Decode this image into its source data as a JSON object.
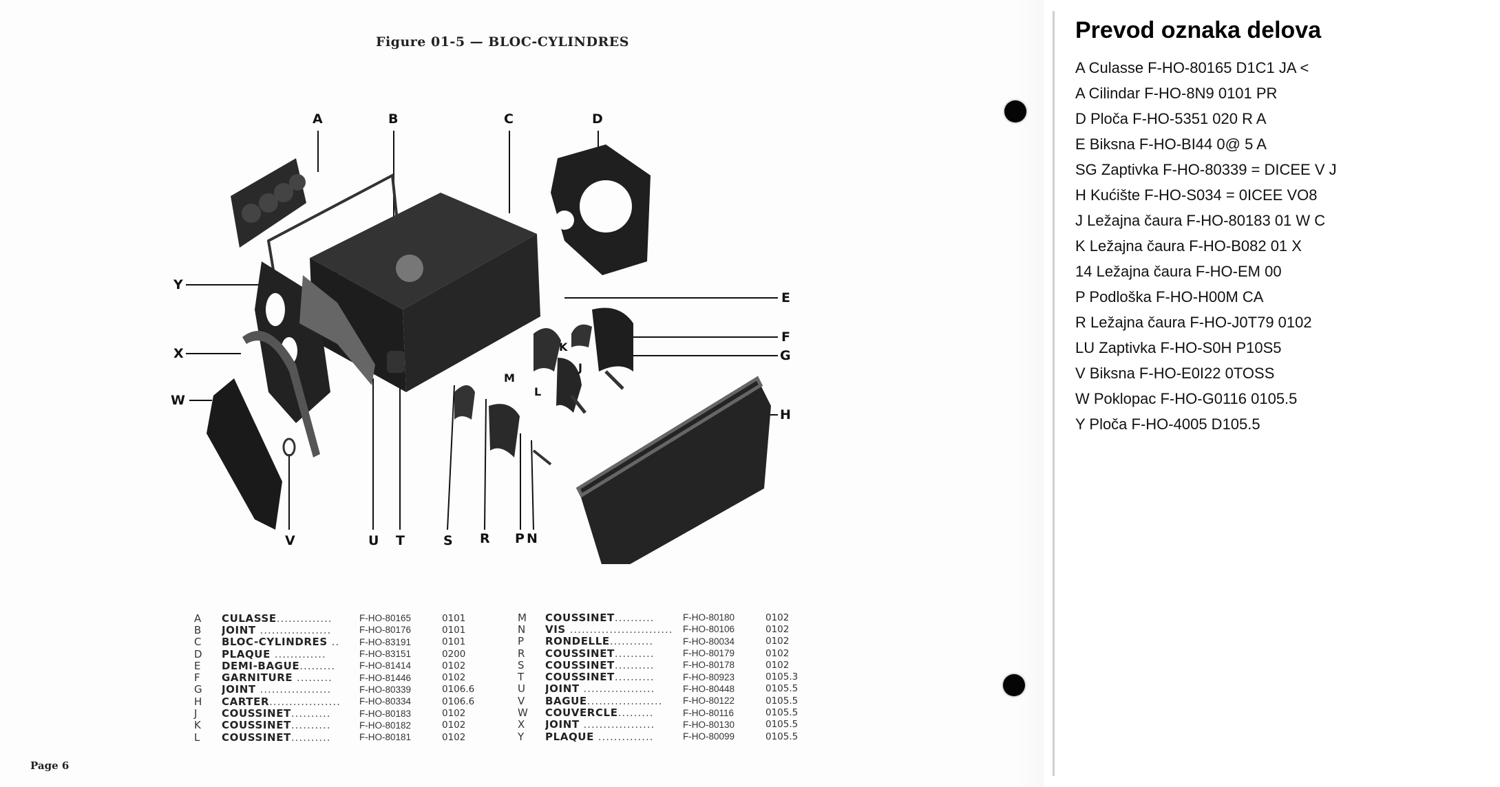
{
  "scan": {
    "figure_title": "Figure 01-5 — BLOC-CYLINDRES",
    "page_label": "Page 6",
    "callouts": {
      "top": [
        "A",
        "B",
        "C",
        "D"
      ],
      "right": [
        "E",
        "F",
        "G",
        "H"
      ],
      "left": [
        "Y",
        "X",
        "W"
      ],
      "bottom": [
        "V",
        "U",
        "T",
        "S",
        "R",
        "P",
        "N"
      ],
      "inner": [
        "K",
        "J",
        "M",
        "L"
      ]
    },
    "parts_left": [
      {
        "letter": "A",
        "name": "CULASSE",
        "ref": "F-HO-80165",
        "code": "0101"
      },
      {
        "letter": "B",
        "name": "JOINT",
        "ref": "F-HO-80176",
        "code": "0101"
      },
      {
        "letter": "C",
        "name": "BLOC-CYLINDRES",
        "ref": "F-HO-83191",
        "code": "0101"
      },
      {
        "letter": "D",
        "name": "PLAQUE",
        "ref": "F-HO-83151",
        "code": "0200"
      },
      {
        "letter": "E",
        "name": "DEMI-BAGUE",
        "ref": "F-HO-81414",
        "code": "0102"
      },
      {
        "letter": "F",
        "name": "GARNITURE",
        "ref": "F-HO-81446",
        "code": "0102"
      },
      {
        "letter": "G",
        "name": "JOINT",
        "ref": "F-HO-80339",
        "code": "0106.6"
      },
      {
        "letter": "H",
        "name": "CARTER",
        "ref": "F-HO-80334",
        "code": "0106.6"
      },
      {
        "letter": "J",
        "name": "COUSSINET",
        "ref": "F-HO-80183",
        "code": "0102"
      },
      {
        "letter": "K",
        "name": "COUSSINET",
        "ref": "F-HO-80182",
        "code": "0102"
      },
      {
        "letter": "L",
        "name": "COUSSINET",
        "ref": "F-HO-80181",
        "code": "0102"
      }
    ],
    "parts_right": [
      {
        "letter": "M",
        "name": "COUSSINET",
        "ref": "F-HO-80180",
        "code": "0102"
      },
      {
        "letter": "N",
        "name": "VIS",
        "ref": "F-HO-80106",
        "code": "0102"
      },
      {
        "letter": "P",
        "name": "RONDELLE",
        "ref": "F-HO-80034",
        "code": "0102"
      },
      {
        "letter": "R",
        "name": "COUSSINET",
        "ref": "F-HO-80179",
        "code": "0102"
      },
      {
        "letter": "S",
        "name": "COUSSINET",
        "ref": "F-HO-80178",
        "code": "0102"
      },
      {
        "letter": "T",
        "name": "COUSSINET",
        "ref": "F-HO-80923",
        "code": "0105.3"
      },
      {
        "letter": "U",
        "name": "JOINT",
        "ref": "F-HO-80448",
        "code": "0105.5"
      },
      {
        "letter": "V",
        "name": "BAGUE",
        "ref": "F-HO-80122",
        "code": "0105.5"
      },
      {
        "letter": "W",
        "name": "COUVERCLE",
        "ref": "F-HO-80116",
        "code": "0105.5"
      },
      {
        "letter": "X",
        "name": "JOINT",
        "ref": "F-HO-80130",
        "code": "0105.5"
      },
      {
        "letter": "Y",
        "name": "PLAQUE",
        "ref": "F-HO-80099",
        "code": "0105.5"
      }
    ]
  },
  "translation": {
    "title": "Prevod oznaka delova",
    "lines": [
      "A Culasse F-HO-80165 D1C1 JA <",
      "A Cilindar F-HO-8N9 0101 PR",
      "D Ploča F-HO-5351 020 R A",
      "E Biksna F-HO-BI44 0@ 5 A",
      "SG Zaptivka F-HO-80339 = DICEE V J",
      "H Kućište F-HO-S034 = 0ICEE VO8",
      "J Ležajna čaura F-HO-80183 01 W C",
      "K Ležajna čaura F-HO-B082 01 X",
      "14 Ležajna čaura F-HO-EM 00",
      "P Podloška F-HO-H00M CA",
      "R Ležajna čaura F-HO-J0T79 0102",
      "LU Zaptivka F-HO-S0H P10S5",
      "V Biksna F-HO-E0I22 0TOSS",
      "W Poklopac F-HO-G0116 0105.5",
      "Y Ploča F-HO-4005 D105.5"
    ]
  }
}
